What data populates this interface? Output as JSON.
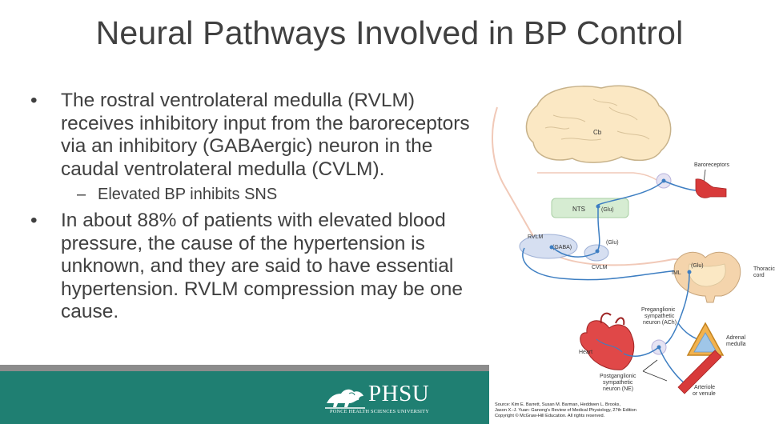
{
  "slide": {
    "title": "Neural Pathways Involved in BP Control",
    "bullets": [
      "The rostral ventrolateral medulla (RVLM) receives inhibitory input from the baroreceptors via an inhibitory (GABAergic) neuron in the caudal ventrolateral medulla (CVLM).",
      "In about 88% of patients with elevated blood pressure, the cause of the hypertension is unknown, and they are said to have essential hypertension. RVLM compression may be one cause."
    ],
    "sub_bullet": "Elevated BP inhibits SNS",
    "bullet_marker": "•",
    "sub_marker": "–"
  },
  "figure": {
    "labels": {
      "cb": "Cb",
      "baroreceptors": "Baroreceptors",
      "nts": "NTS",
      "nts_glu": "(Glu)",
      "rvlm": "RVLM",
      "gaba": "(GABA)",
      "glu_mid": "(Glu)",
      "cvlm": "CVLM",
      "iml": "IML",
      "iml_glu": "(Glu)",
      "thoracic_1": "Thoracic",
      "thoracic_2": "cord",
      "pre_1": "Preganglionic",
      "pre_2": "sympathetic",
      "pre_3": "neuron (ACh)",
      "heart": "Heart",
      "adrenal_1": "Adrenal",
      "adrenal_2": "medulla",
      "post_1": "Postganglionic",
      "post_2": "sympathetic",
      "post_3": "neuron (NE)",
      "arteriole_1": "Arteriole",
      "arteriole_2": "or venule"
    },
    "source_lines": [
      "Source: Kim E. Barrett, Susan M. Barman, Heddwen L. Brooks,",
      "Jason X.-J. Yuan: Ganong's Review of Medical Physiology, 27th Edition",
      "Copyright © McGraw-Hill Education. All rights reserved."
    ]
  },
  "footer": {
    "logo_text": "PHSU",
    "logo_subtext": "PONCE HEALTH SCIENCES UNIVERSITY"
  },
  "colors": {
    "footer_band": "#1f7f72",
    "footer_stripe": "#8c8c8c",
    "nerve_blue": "#3d7ec2",
    "brain_fill": "#fbe8c4",
    "nts_green": "#d6ecd2",
    "vessel_red": "#d83a3a"
  }
}
